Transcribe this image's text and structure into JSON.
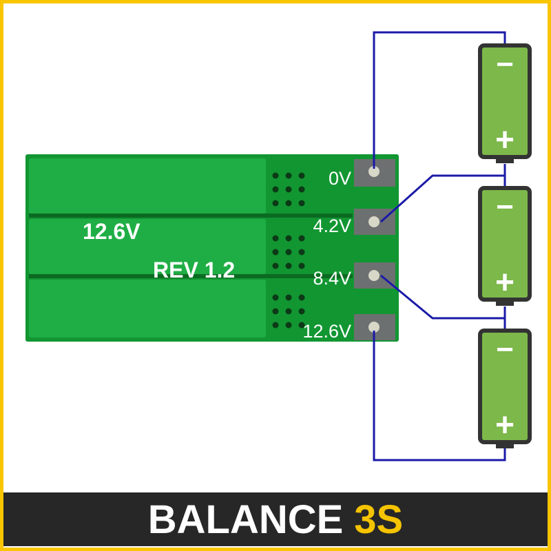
{
  "board": {
    "voltage_label": "12.6V",
    "revision_label": "REV 1.2",
    "pads": [
      "0V",
      "4.2V",
      "8.4V",
      "12.6V"
    ]
  },
  "batteries": [
    {
      "minus": "−",
      "plus": "+"
    },
    {
      "minus": "−",
      "plus": "+"
    },
    {
      "minus": "−",
      "plus": "+"
    }
  ],
  "banner": {
    "title": "BALANCE",
    "highlight": "3S"
  },
  "colors": {
    "border": "#f9c500",
    "banner_bg": "#272727",
    "accent": "#f5c400",
    "pcb": "#17a03a",
    "wire": "#1a1aa8",
    "battery": "#7cb84a"
  }
}
